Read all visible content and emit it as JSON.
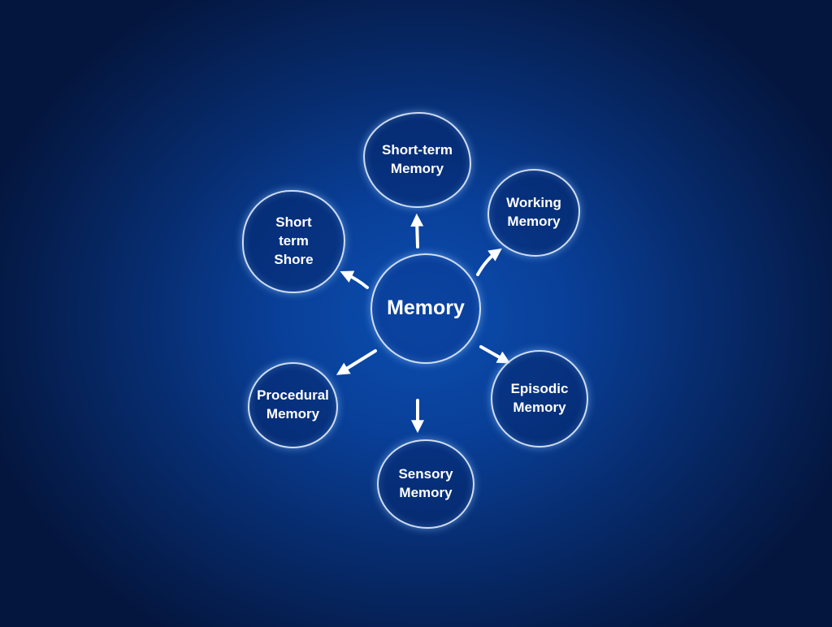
{
  "center": {
    "label": "Memory"
  },
  "nodes": [
    {
      "id": "short-term-memory",
      "label": "Short-term\nMemory"
    },
    {
      "id": "working-memory",
      "label": "Working\nMemory"
    },
    {
      "id": "short-term-shore",
      "label": "Short\nterm\nShore"
    },
    {
      "id": "episodic-memory",
      "label": "Episodic\nMemory"
    },
    {
      "id": "procedural-memory",
      "label": "Procedural\nMemory"
    },
    {
      "id": "sensory-memory",
      "label": "Sensory\nMemory"
    }
  ],
  "colors": {
    "node_border": "#e1eeff",
    "text": "#ffffff",
    "background_center": "#0b4eb0",
    "background_edge": "#04163e"
  }
}
